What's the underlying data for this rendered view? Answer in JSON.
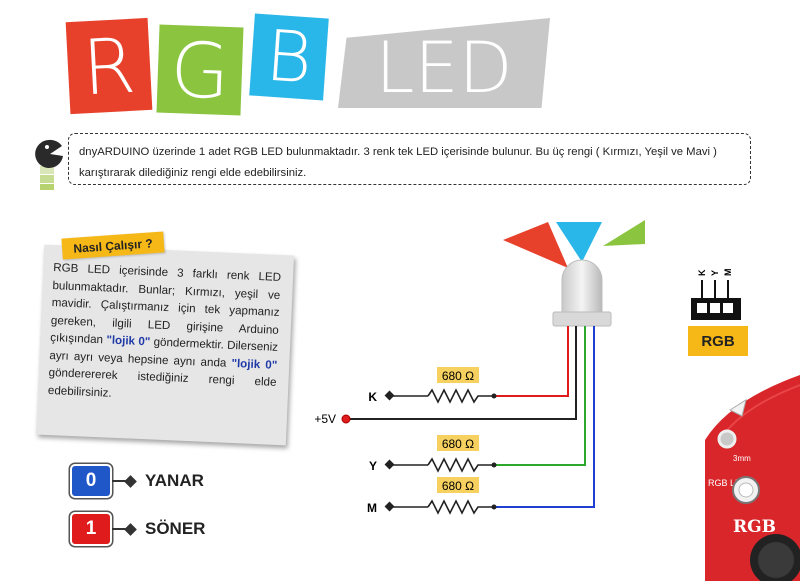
{
  "title": {
    "r": "R",
    "g": "G",
    "b": "B",
    "led": "LED"
  },
  "intro_text": "dnyARDUINO üzerinde 1 adet RGB LED bulunmaktadır. 3 renk tek LED içerisinde bulunur. Bu üç rengi ( Kırmızı, Yeşil ve Mavi ) karıştırarak dilediğiniz rengi elde edebilirsiniz.",
  "how": {
    "tag": "Nasıl Çalışır ?",
    "p1": "RGB LED içerisinde 3 farklı renk LED bulunmaktadır. Bunlar; Kırmızı, yeşil ve mavidir. Çalıştırmanız için tek yapmanız gereken, ilgili LED girişine Arduino çıkışından",
    "lojik0": "\"lojik 0\"",
    "p2": "göndermektir. Dilerseniz ayrı ayrı veya hepsine aynı anda",
    "p3": "gönderererek istediğiniz rengi elde edebilirsiniz."
  },
  "states": [
    {
      "value": "0",
      "label": "YANAR",
      "color": "#1f56c8"
    },
    {
      "value": "1",
      "label": "SÖNER",
      "color": "#e01b1b"
    }
  ],
  "circuit": {
    "resistor_k": "680 Ω",
    "resistor_y": "680 Ω",
    "resistor_m": "680 Ω",
    "pin_k": "K",
    "pin_y": "Y",
    "pin_m": "M",
    "vcc": "+5V"
  },
  "pinout": {
    "k": "K",
    "y": "Y",
    "m": "M",
    "label": "RGB"
  },
  "board": {
    "silk_3mm": "3mm",
    "silk_rgbled": "RGB LED",
    "silk_rgb": "RGB"
  },
  "colors": {
    "red": "#e8412b",
    "green": "#8bc53f",
    "blue": "#29b6e8",
    "gray": "#c8c8c8",
    "yellow": "#f6b817",
    "board": "#d9262b"
  }
}
